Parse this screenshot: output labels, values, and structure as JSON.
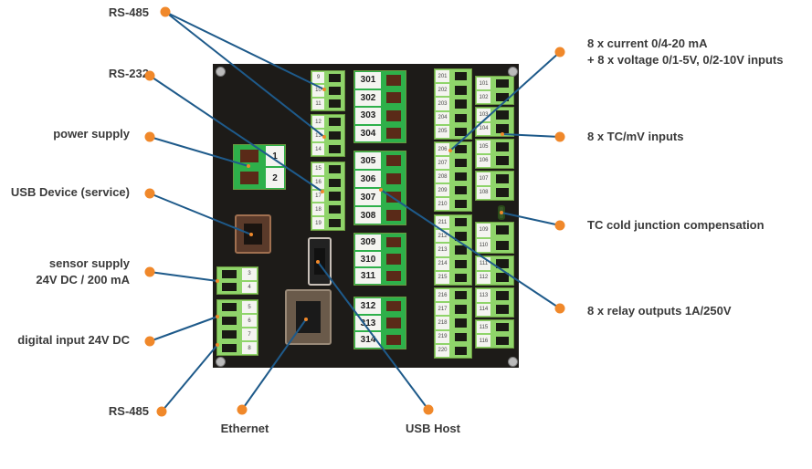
{
  "labels_left": [
    {
      "id": "rs485-top",
      "text": "RS-485"
    },
    {
      "id": "rs232",
      "text": "RS-232"
    },
    {
      "id": "power-supply",
      "text": "power supply"
    },
    {
      "id": "usb-device",
      "text": "USB Device (service)"
    },
    {
      "id": "sensor-supply",
      "lines": [
        "sensor supply",
        "24V DC / 200 mA"
      ]
    },
    {
      "id": "digital-input",
      "text": "digital input 24V DC"
    },
    {
      "id": "rs485-bottom",
      "text": "RS-485"
    }
  ],
  "labels_bottom": [
    {
      "id": "ethernet",
      "text": "Ethernet"
    },
    {
      "id": "usb-host",
      "text": "USB Host"
    }
  ],
  "labels_right": [
    {
      "id": "analog-inputs",
      "lines": [
        "8 x current 0/4-20 mA",
        "+ 8 x voltage 0/1-5V, 0/2-10V inputs"
      ]
    },
    {
      "id": "tc-inputs",
      "text": "8 x TC/mV inputs"
    },
    {
      "id": "cold-junction",
      "text": "TC cold junction compensation"
    },
    {
      "id": "relay-outputs",
      "text": "8 x relay outputs 1A/250V"
    }
  ],
  "terminals": {
    "rs485_a": [
      "9",
      "10",
      "11"
    ],
    "rs232": [
      "12",
      "13",
      "14"
    ],
    "rs485_b": [
      "15",
      "16",
      "17",
      "18",
      "19"
    ],
    "power": [
      "1",
      "2"
    ],
    "sensor": [
      "3",
      "4"
    ],
    "digital": [
      "5",
      "6",
      "7",
      "8"
    ],
    "relay_1": [
      "301",
      "302",
      "303",
      "304"
    ],
    "relay_2": [
      "305",
      "306",
      "307",
      "308"
    ],
    "relay_3": [
      "309",
      "310",
      "311"
    ],
    "relay_4": [
      "312",
      "313",
      "314"
    ],
    "analog_1": [
      "201",
      "202",
      "203",
      "204",
      "205"
    ],
    "analog_2": [
      "206",
      "207",
      "208",
      "209",
      "210"
    ],
    "analog_3": [
      "211",
      "212",
      "213",
      "214",
      "215"
    ],
    "analog_4": [
      "216",
      "217",
      "218",
      "219",
      "220"
    ],
    "tc_1": [
      "101",
      "102"
    ],
    "tc_2": [
      "103",
      "104"
    ],
    "tc_3": [
      "105",
      "106"
    ],
    "tc_4": [
      "107",
      "108"
    ],
    "tc_5": [
      "109",
      "110"
    ],
    "tc_6": [
      "111",
      "112"
    ],
    "tc_7": [
      "113",
      "114"
    ],
    "tc_8": [
      "115",
      "116"
    ]
  },
  "colors": {
    "accent_dot": "#f0882a",
    "leader_line": "#1e5a8a",
    "panel": "#1d1b18",
    "terminal_green": "#2eb04a",
    "terminal_light_green": "#8fd46a"
  }
}
